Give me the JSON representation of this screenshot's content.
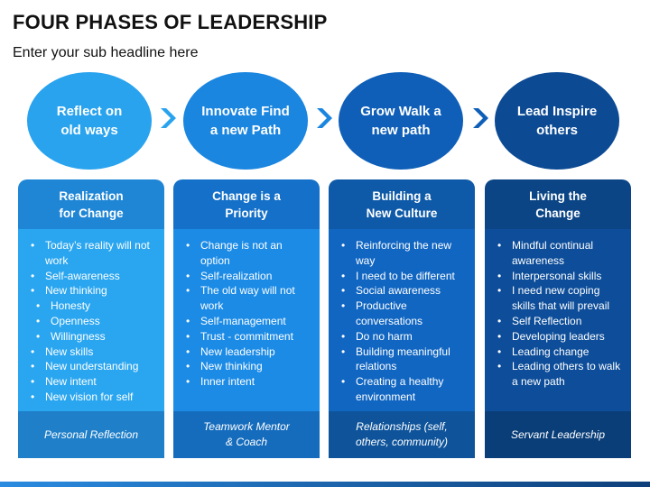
{
  "title": "FOUR PHASES OF LEADERSHIP",
  "subtitle": "Enter your sub headline here",
  "phases": [
    {
      "circle": "Reflect  on\nold ways",
      "header": "Realization\nfor Change",
      "items": [
        {
          "text": "Today’s reality will not work",
          "sub": false
        },
        {
          "text": "Self-awareness",
          "sub": false
        },
        {
          "text": "New thinking",
          "sub": false
        },
        {
          "text": "Honesty",
          "sub": true
        },
        {
          "text": "Openness",
          "sub": true
        },
        {
          "text": "Willingness",
          "sub": true
        },
        {
          "text": "New skills",
          "sub": false
        },
        {
          "text": "New understanding",
          "sub": false
        },
        {
          "text": "New intent",
          "sub": false
        },
        {
          "text": "New vision for self",
          "sub": false
        }
      ],
      "footer": "Personal Reflection"
    },
    {
      "circle": "Innovate Find\na new Path",
      "header": "Change is a\nPriority",
      "items": [
        {
          "text": "Change is not an option",
          "sub": false
        },
        {
          "text": "Self-realization",
          "sub": false
        },
        {
          "text": "The old way will not work",
          "sub": false
        },
        {
          "text": "Self-management",
          "sub": false
        },
        {
          "text": "Trust - commitment",
          "sub": false
        },
        {
          "text": "New leadership",
          "sub": false
        },
        {
          "text": "New thinking",
          "sub": false
        },
        {
          "text": "Inner intent",
          "sub": false
        }
      ],
      "footer": "Teamwork Mentor\n& Coach"
    },
    {
      "circle": "Grow  Walk a\nnew path",
      "header": "Building a\nNew Culture",
      "items": [
        {
          "text": "Reinforcing the new way",
          "sub": false
        },
        {
          "text": "I need to be different",
          "sub": false
        },
        {
          "text": "Social awareness",
          "sub": false
        },
        {
          "text": "Productive conversations",
          "sub": false
        },
        {
          "text": "Do no harm",
          "sub": false
        },
        {
          "text": "Building meaningful relations",
          "sub": false
        },
        {
          "text": "Creating a healthy environment",
          "sub": false
        }
      ],
      "footer": "Relationships (self,\nothers, community)"
    },
    {
      "circle": "Lead  Inspire\nothers",
      "header": "Living the\nChange",
      "items": [
        {
          "text": "Mindful continual awareness",
          "sub": false
        },
        {
          "text": "Interpersonal skills",
          "sub": false
        },
        {
          "text": "I need new coping skills that will prevail",
          "sub": false
        },
        {
          "text": "Self Reflection",
          "sub": false
        },
        {
          "text": "Developing leaders",
          "sub": false
        },
        {
          "text": "Leading change",
          "sub": false
        },
        {
          "text": "Leading others to walk a new path",
          "sub": false
        }
      ],
      "footer": "Servant Leadership"
    }
  ],
  "colors": {
    "circles": [
      "#29a3ee",
      "#1a86e0",
      "#0f5fb8",
      "#0c4a94"
    ],
    "headers": [
      "#1f86d6",
      "#1470c8",
      "#0f5aa8",
      "#0b4585"
    ],
    "bodies": [
      "#2aa6f0",
      "#1b8be6",
      "#1166c2",
      "#0d4d99"
    ],
    "footers": [
      "#1f7fc8",
      "#156cbd",
      "#0f549b",
      "#0a3e78"
    ],
    "arrows": [
      "#29a3ee",
      "#1a86e0",
      "#0f5fb8"
    ]
  }
}
